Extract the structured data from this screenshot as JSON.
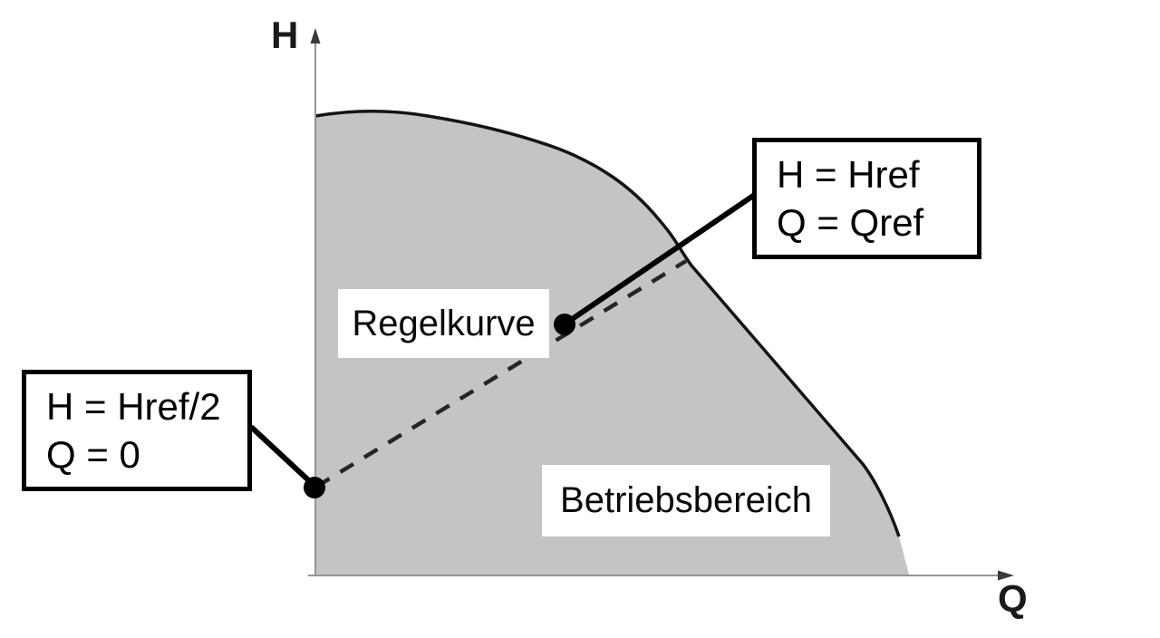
{
  "figure": {
    "title": "Pump H-Q operating range diagram",
    "background_color": "#ffffff",
    "region_fill_color": "#c4c4c4",
    "curve_color": "#141414",
    "axis_color": "#949494",
    "dashed_line_color": "#262626",
    "callout_border_color": "#000000"
  },
  "axes": {
    "y_label": "H",
    "x_label": "Q"
  },
  "labels": {
    "control_curve": "Regelkurve",
    "operating_range": "Betriebsbereich"
  },
  "callouts": {
    "ref_point": {
      "line1": "H = Href",
      "line2": "Q = Qref"
    },
    "zero_flow_point": {
      "line1": "H = Href/2",
      "line2": "Q = 0"
    }
  }
}
